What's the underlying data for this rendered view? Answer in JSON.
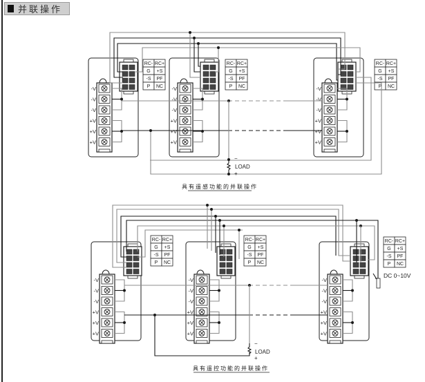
{
  "header": {
    "title": "并联操作"
  },
  "pin_table": {
    "rows": [
      [
        "RC-",
        "RC+"
      ],
      [
        "G",
        "+S"
      ],
      [
        "-S",
        "PF"
      ],
      [
        "P",
        "NC"
      ]
    ]
  },
  "terminal_labels": [
    "-V",
    "-V",
    "-V",
    "+V",
    "+V",
    "+V"
  ],
  "diagrams": [
    {
      "id": "remote-sense",
      "caption": "具有遥感功能的并联操作",
      "load_label": "LOAD",
      "load_minus": "−",
      "load_plus": "+",
      "units": 3
    },
    {
      "id": "remote-control",
      "caption": "具有遥控功能的并联操作",
      "load_label": "LOAD",
      "load_minus": "−",
      "load_plus": "+",
      "control_label": "DC 0~10V",
      "units": 3
    }
  ],
  "colors": {
    "wire_black": "#1a1a1a",
    "wire_gray": "#8c8c8c",
    "header_bg": "#cfcfcf"
  }
}
